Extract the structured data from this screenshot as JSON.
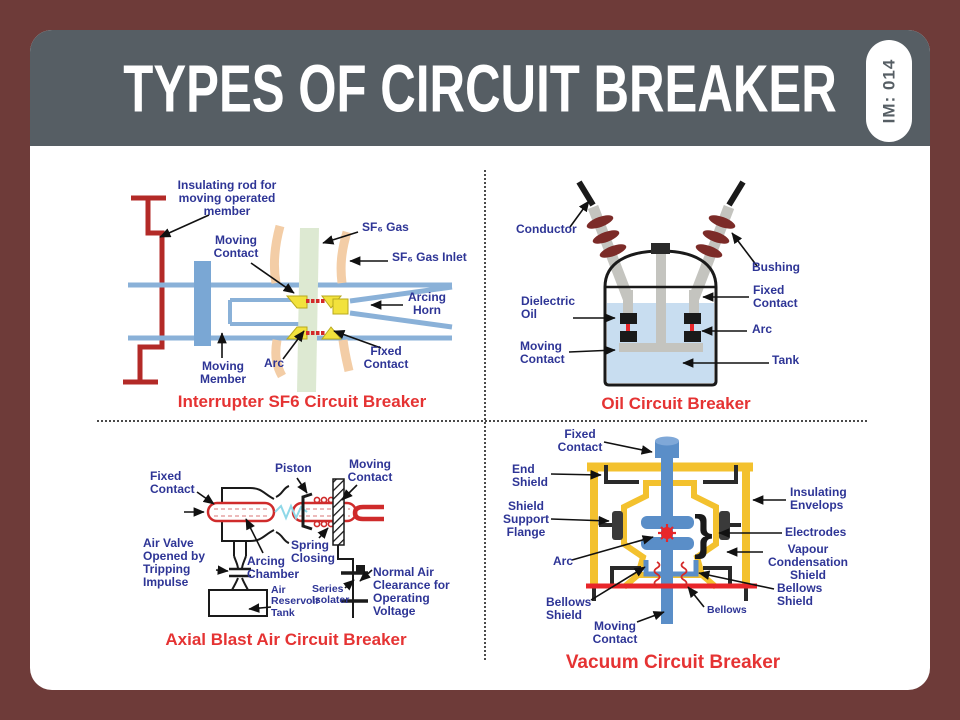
{
  "page": {
    "title": "TYPES OF CIRCUIT BREAKER",
    "badge": "IM: 014"
  },
  "colors": {
    "frame": "#6e3b39",
    "header_bar": "#565e64",
    "label_text": "#2e3596",
    "caption_text": "#e53333"
  },
  "sf6": {
    "caption": "Interrupter SF6 Circuit Breaker",
    "labels": {
      "insulating_rod": "Insulating rod for\nmoving operated\nmember",
      "moving_contact": "Moving\nContact",
      "gas": "SF₆ Gas",
      "gas_inlet": "SF₆ Gas Inlet",
      "arcing_horn": "Arcing\nHorn",
      "fixed_contact": "Fixed\nContact",
      "arc": "Arc",
      "moving_member": "Moving\nMember"
    }
  },
  "oil": {
    "caption": "Oil Circuit Breaker",
    "labels": {
      "conductor": "Conductor",
      "bushing": "Bushing",
      "fixed_contact": "Fixed\nContact",
      "dielectric_oil": "Dielectric\nOil",
      "arc": "Arc",
      "moving_contact": "Moving\nContact",
      "tank": "Tank"
    }
  },
  "air": {
    "caption": "Axial Blast Air Circuit Breaker",
    "labels": {
      "fixed_contact": "Fixed\nContact",
      "piston": "Piston",
      "moving_contact": "Moving\nContact",
      "air_valve": "Air Valve\nOpened by\nTripping\nImpulse",
      "arcing_chamber": "Arcing\nChamber",
      "spring_closing": "Spring\nClosing",
      "series_isolater": "Series\nIsolater",
      "air_reservoir_tank": "Air\nReservoir\nTank",
      "normal_air": "Normal Air\nClearance for\nOperating\nVoltage"
    }
  },
  "vacuum": {
    "caption": "Vacuum Circuit Breaker",
    "brace": "}",
    "labels": {
      "fixed_contact": "Fixed\nContact",
      "end_shield": "End\nShield",
      "shield_support_flange": "Shield\nSupport\nFlange",
      "arc": "Arc",
      "bellows_shield_left": "Bellows\nShield",
      "moving_contact": "Moving\nContact",
      "bellows": "Bellows",
      "insulating_envelops": "Insulating\nEnvelops",
      "electrodes": "Electrodes",
      "vapour_condensation_shield": "Vapour\nCondensation\nShield",
      "bellows_shield_right": "Bellows\nShield"
    }
  }
}
